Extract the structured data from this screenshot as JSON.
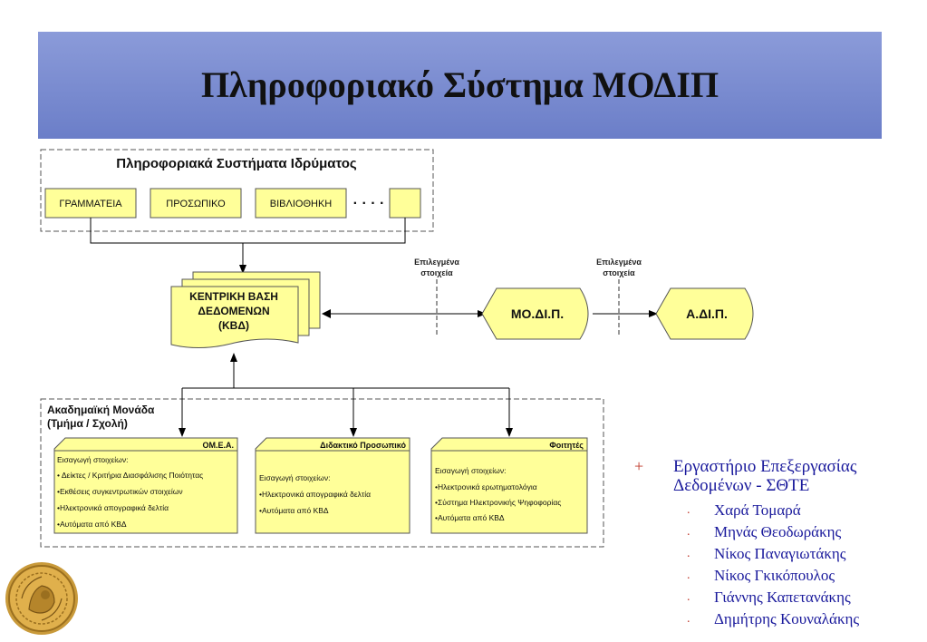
{
  "title": "Πληροφοριακό Σύστημα ΜΟΔΙΠ",
  "institution_box": {
    "label": "Πληροφοριακά Συστήματα Ιδρύματος",
    "items": [
      "ΓΡΑΜΜΑΤΕΙΑ",
      "ΠΡΟΣΩΠΙΚΟ",
      "ΒΙΒΛΙΟΘΗΚΗ"
    ],
    "ellipsis": "· · · ·"
  },
  "central_db": {
    "line1": "ΚΕΝΤΡΙΚΗ ΒΑΣΗ",
    "line2": "ΔΕΔΟΜΕΝΩΝ",
    "line3": "(ΚΒΔ)"
  },
  "selected_data_1": {
    "line1": "Επιλεγμένα",
    "line2": "στοιχεία"
  },
  "selected_data_2": {
    "line1": "Επιλεγμένα",
    "line2": "στοιχεία"
  },
  "modip": "ΜΟ.ΔΙ.Π.",
  "adip": "Α.ΔΙ.Π.",
  "academic_unit": {
    "line1": "Ακαδημαϊκή Μονάδα",
    "line2": "(Τμήμα / Σχολή)"
  },
  "cards": [
    {
      "title": "ΟΜ.Ε.Α.",
      "lines": [
        "Εισαγωγή στοιχείων:",
        "• Δείκτες / Κριτήρια Διασφάλισης Ποιότητας",
        "•Εκθέσεις συγκεντρωτικών στοιχείων",
        "•Ηλεκτρονικά απογραφικά δελτία",
        "•Αυτόματα από ΚΒΔ"
      ]
    },
    {
      "title": "Διδακτικό Προσωπικό",
      "lines": [
        "Εισαγωγή στοιχείων:",
        "•Ηλεκτρονικά απογραφικά δελτία",
        "•Αυτόματα από ΚΒΔ"
      ]
    },
    {
      "title": "Φοιτητές",
      "lines": [
        "Εισαγωγή στοιχείων:",
        "•Ηλεκτρονικά ερωτηματολόγια",
        "•Σύστημα Ηλεκτρονικής Ψηφοφορίας",
        "•Αυτόματα από ΚΒΔ"
      ]
    }
  ],
  "credits": {
    "bullet": "+",
    "heading_line1": "Εργαστήριο Επεξεργασίας",
    "heading_line2": "Δεδομένων - ΣΘΤΕ",
    "sub_bullet": ".",
    "names": [
      "Χαρά Τομαρά",
      "Μηνάς Θεοδωράκης",
      "Νίκος Παναγιωτάκης",
      "Νίκος Γκικόπουλος",
      "Γιάννης Καπετανάκης",
      "Δημήτρης Κουναλάκης"
    ]
  },
  "colors": {
    "title_bar": "#7b8dd0",
    "box_fill": "#ffff99",
    "credits_text": "#1a1a9c",
    "bullet": "#c0392b"
  }
}
